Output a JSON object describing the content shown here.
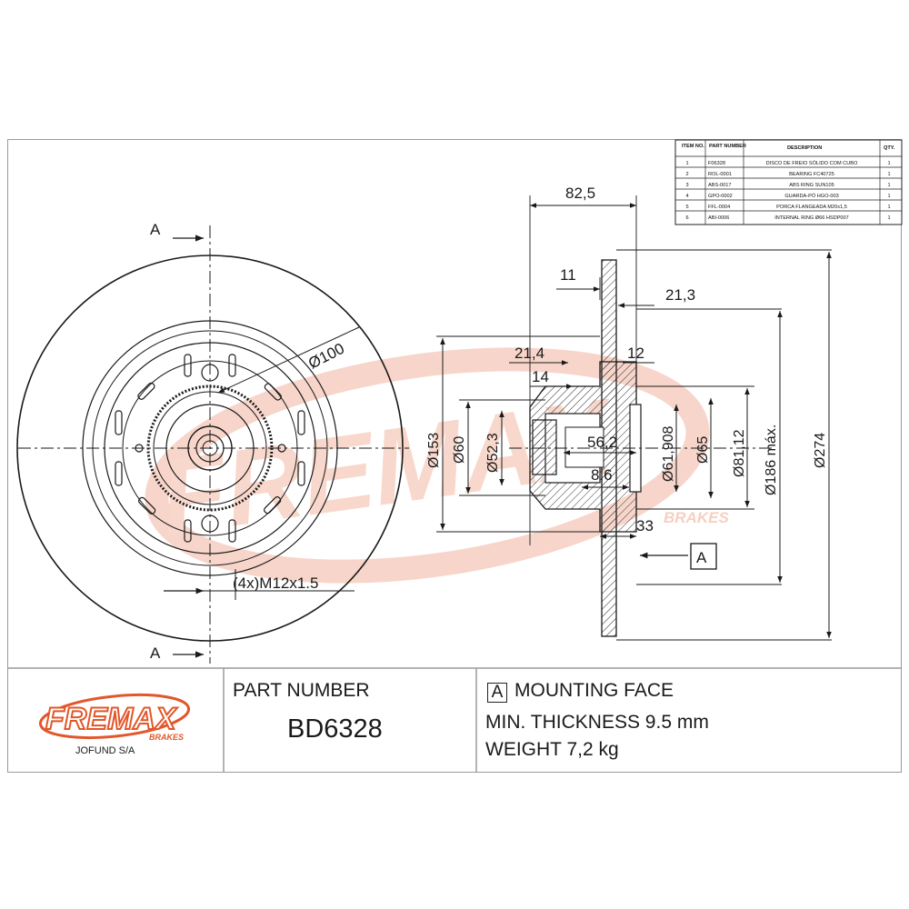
{
  "brand": {
    "logo_text": "FREMAX",
    "logo_subtext": "BRAKES",
    "company": "JOFUND S/A",
    "colors": {
      "watermark": "#f4b9a4",
      "logo": "#e2572a",
      "line": "#1a1a1a"
    }
  },
  "title_block": {
    "part_number_label": "PART NUMBER",
    "part_number": "BD6328",
    "datum_marker": "A",
    "mounting_face": "MOUNTING FACE",
    "min_thickness": "MIN. THICKNESS 9.5 mm",
    "weight": "WEIGHT 7,2 kg"
  },
  "parts_table": {
    "headers": [
      "ITEM NO.",
      "PART NUMBER",
      "DESCRIPTION",
      "QTY."
    ],
    "rows": [
      [
        "1",
        "F06328",
        "DISCO DE FREIO SÓLIDO COM CUBO",
        "1"
      ],
      [
        "2",
        "ROL-0001",
        "BEARING FC40725",
        "1"
      ],
      [
        "3",
        "ABS-0017",
        "ABS RING SUN105",
        "1"
      ],
      [
        "4",
        "GPO-0002",
        "GUARDA-PÓ HGO-003",
        "1"
      ],
      [
        "5",
        "FFL-0004",
        "PORCA FLANGEADA M20x1,5",
        "1"
      ],
      [
        "6",
        "ABI-0006",
        "INTERNAL RING Ø66 HSDP007",
        "1"
      ]
    ]
  },
  "front_view": {
    "section_label_top": "A",
    "section_label_bottom": "A",
    "bolt_circle": "100",
    "thread_callout": "(4x)M12x1.5"
  },
  "section_view": {
    "width_overall": "82,5",
    "flange_offset": "11",
    "disc_thickness": "21,3",
    "hub_step": "21,4",
    "hub_lip": "12",
    "bore_depth": "14",
    "bearing_width": "56,2",
    "seat_width": "8,6",
    "hub_height": "33",
    "dia_153": "153",
    "dia_60": "60",
    "dia_52": "52,3",
    "dia_61": "61,908",
    "dia_65": "65",
    "dia_81": "81,12",
    "dia_186": "186 máx.",
    "dia_274": "274",
    "datum_marker": "A"
  }
}
